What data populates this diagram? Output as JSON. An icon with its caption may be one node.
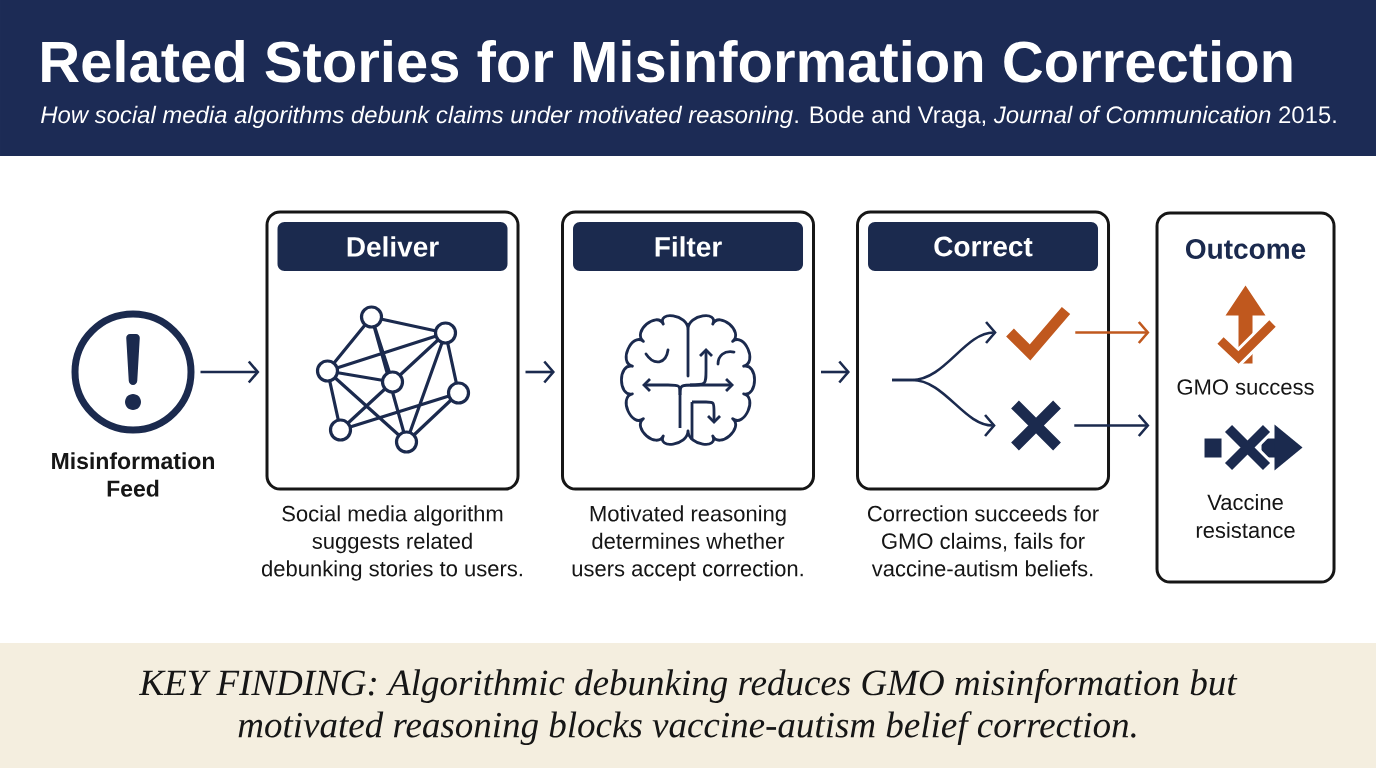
{
  "diagram": {
    "title": "Related Stories for Misinformation Correction",
    "caption": "KEY FINDING: Algorithmic debunking reduces GMO misinformation but motivated reasoning blocks vaccine-autism belief correction.",
    "nodes": [
      {
        "text": [
          "Misinformation Feed"
        ]
      },
      {
        "text": [
          "Deliver"
        ],
        "beside": [
          "Social media algorithm suggests related debunking stories to users."
        ]
      },
      {
        "text": [
          "Filter"
        ],
        "beside": [
          "Motivated reasoning determines whether users accept correction."
        ]
      },
      {
        "text": [
          "Correct"
        ],
        "beside": [
          "Correction succeeds for GMO claims, fails for vaccine-autism beliefs."
        ]
      },
      {
        "text": [
          "Outcome",
          "GMO success",
          "Vaccine resistance"
        ]
      },
      {
        "text": [],
        "shape": "check",
        "in": 3
      },
      {
        "text": [],
        "shape": "cross",
        "in": 3
      }
    ],
    "edges": [
      {
        "from": 0,
        "to": 1,
        "arrow": "to"
      },
      {
        "from": 1,
        "to": 2,
        "arrow": "to"
      },
      {
        "from": 2,
        "to": 3,
        "arrow": "to"
      },
      {
        "from": null,
        "to": 5,
        "arrow": "to"
      },
      {
        "from": null,
        "to": 6,
        "arrow": "to"
      },
      {
        "from": 5,
        "to": 4,
        "arrow": "to",
        "color": "#c0581e"
      },
      {
        "from": 6,
        "to": 4,
        "arrow": "to"
      }
    ],
    "labels": [
      "*How social media algorithms debunk claims under motivated reasoning*. Bode and Vraga, *Journal of Communication* 2015."
    ]
  }
}
